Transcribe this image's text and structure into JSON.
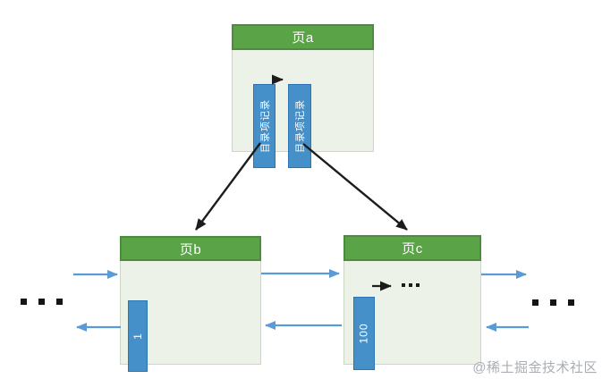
{
  "diagram": {
    "type": "b-plus-tree-index-pages",
    "pages": {
      "a": {
        "title": "页a",
        "records": [
          "目录项记录",
          "目录项记录"
        ]
      },
      "b": {
        "title": "页b",
        "records": [
          "1"
        ]
      },
      "c": {
        "title": "页c",
        "records": [
          "100"
        ]
      }
    },
    "watermark": "@稀土掘金技术社区",
    "colors": {
      "header_green": "#5aa346",
      "header_border": "#4c8c3c",
      "body_bg": "#edf2e8",
      "body_border": "#ccd8c4",
      "record_blue": "#4690ca",
      "record_border": "#2e74b5",
      "arrow_blue": "#5b9bd5",
      "arrow_black": "#1c1c1c",
      "dot_black": "#151515",
      "watermark_gray": "#a9aeb4"
    },
    "icons": {
      "left_ellipsis": "three-squares",
      "right_ellipsis": "three-squares",
      "page_c_ellipsis": "three-dots"
    }
  }
}
